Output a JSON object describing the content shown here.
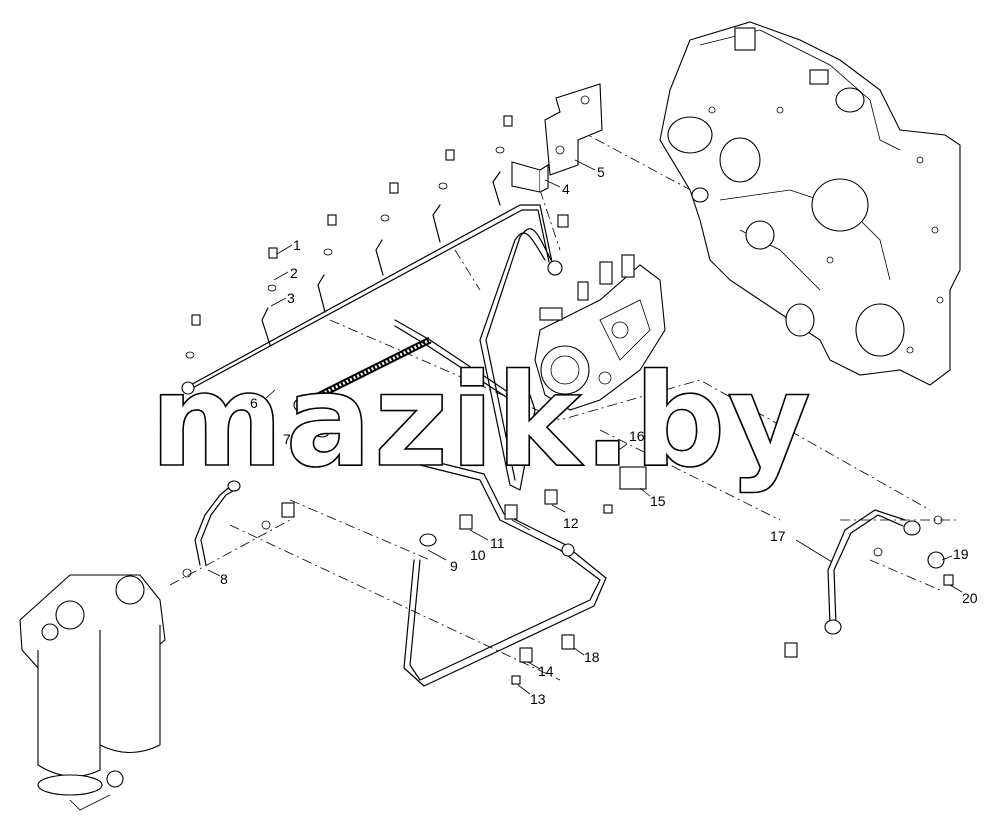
{
  "watermark": "mazik.by",
  "callouts": [
    "1",
    "2",
    "3",
    "4",
    "5",
    "6",
    "7",
    "8",
    "9",
    "10",
    "11",
    "12",
    "13",
    "14",
    "15",
    "16",
    "17",
    "18",
    "19",
    "20"
  ]
}
